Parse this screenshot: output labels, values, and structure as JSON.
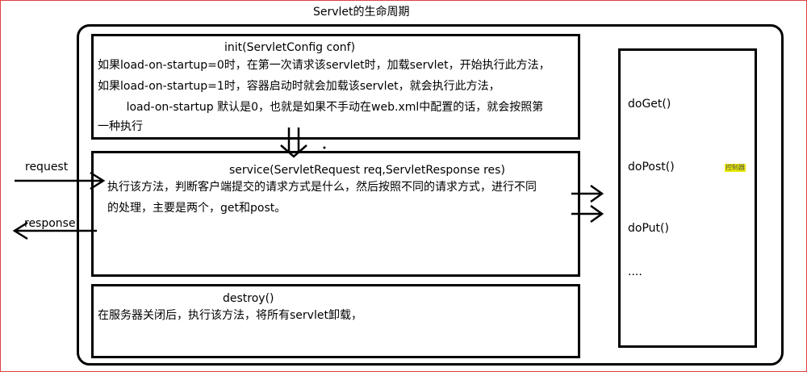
{
  "title": "Servlet的生命周期",
  "init": {
    "heading": "init(ServletConfig conf)",
    "lines": [
      "如果load-on-startup=0时，在第一次请求该servlet时，加载servlet，开始执行此方法，",
      "如果load-on-startup=1时，容器启动时就会加载该servlet，就会执行此方法，",
      "        load-on-startup 默认是0，也就是如果不手动在web.xml中配置的话，就会按照第",
      "一种执行"
    ]
  },
  "service": {
    "heading": "service(ServletRequest req,ServletResponse res)",
    "lines": [
      "执行该方法，判断客户端提交的请求方式是什么，然后按照不同的请求方式，进行不同",
      "的处理，主要是两个，get和post。"
    ]
  },
  "destroy": {
    "heading": "destroy()",
    "lines": [
      "在服务器关闭后，执行该方法，将所有servlet卸载，"
    ]
  },
  "methods": [
    "doGet()",
    "doPost()",
    "doPut()",
    "...."
  ],
  "tag": "控制器",
  "request": "request",
  "response": "response",
  "colors": {
    "border": "#e04040",
    "tag": "#e8e800"
  }
}
